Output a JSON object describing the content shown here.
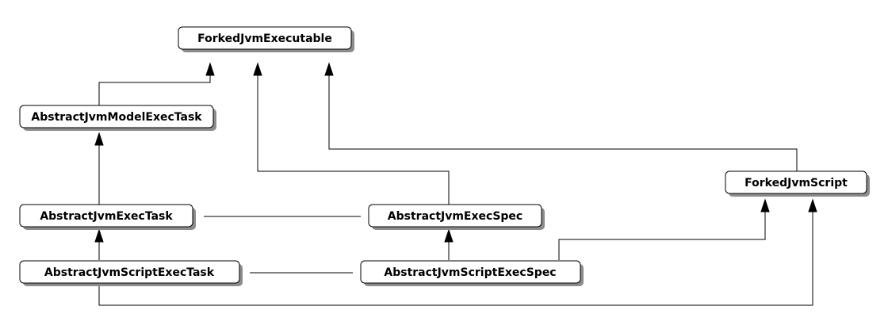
{
  "nodes": {
    "forked_jvm_executable": "ForkedJvmExecutable",
    "abstract_jvm_model_exec_task": "AbstractJvmModelExecTask",
    "abstract_jvm_exec_task": "AbstractJvmExecTask",
    "abstract_jvm_exec_spec": "AbstractJvmExecSpec",
    "forked_jvm_script": "ForkedJvmScript",
    "abstract_jvm_script_exec_task": "AbstractJvmScriptExecTask",
    "abstract_jvm_script_exec_spec": "AbstractJvmScriptExecSpec"
  },
  "relations": [
    {
      "from": "abstract_jvm_model_exec_task",
      "to": "forked_jvm_executable",
      "kind": "inherits"
    },
    {
      "from": "abstract_jvm_exec_spec",
      "to": "forked_jvm_executable",
      "kind": "inherits"
    },
    {
      "from": "forked_jvm_script",
      "to": "forked_jvm_executable",
      "kind": "inherits"
    },
    {
      "from": "abstract_jvm_exec_task",
      "to": "abstract_jvm_model_exec_task",
      "kind": "inherits"
    },
    {
      "from": "abstract_jvm_script_exec_task",
      "to": "abstract_jvm_exec_task",
      "kind": "inherits"
    },
    {
      "from": "abstract_jvm_script_exec_spec",
      "to": "abstract_jvm_exec_spec",
      "kind": "inherits"
    },
    {
      "from": "abstract_jvm_script_exec_spec",
      "to": "forked_jvm_script",
      "kind": "inherits"
    },
    {
      "from": "abstract_jvm_script_exec_task",
      "to": "forked_jvm_script",
      "kind": "inherits"
    },
    {
      "from": "abstract_jvm_exec_task",
      "to": "abstract_jvm_exec_spec",
      "kind": "association"
    },
    {
      "from": "abstract_jvm_script_exec_task",
      "to": "abstract_jvm_script_exec_spec",
      "kind": "association"
    }
  ]
}
